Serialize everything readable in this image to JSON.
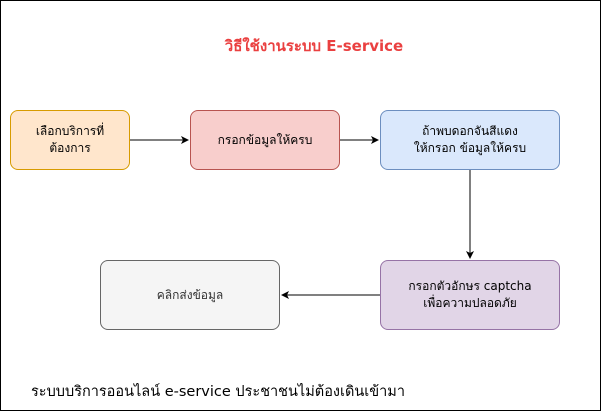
{
  "diagram": {
    "title": "วิธีใช้งานระบบ E-service",
    "nodes": [
      {
        "id": "select-service",
        "lines": [
          "เลือกบริการที่",
          "ต้องการ"
        ],
        "fill": "#ffe6cc",
        "stroke": "#d79b00"
      },
      {
        "id": "fill-info",
        "lines": [
          "กรอกข้อมูลให้ครบ"
        ],
        "fill": "#f8cecc",
        "stroke": "#b85450"
      },
      {
        "id": "red-asterisk",
        "lines": [
          "ถ้าพบดอกจันสีแดง",
          "ให้กรอก ข้อมูลให้ครบ"
        ],
        "fill": "#dae8fc",
        "stroke": "#6c8ebf"
      },
      {
        "id": "captcha",
        "lines": [
          "กรอกตัวอักษร captcha",
          "เพื่อความปลอดภัย"
        ],
        "fill": "#e1d5e7",
        "stroke": "#9673a6"
      },
      {
        "id": "send",
        "lines": [
          "คลิกส่งข้อมูล"
        ],
        "fill": "#f5f5f5",
        "stroke": "#666666"
      }
    ],
    "edges": [
      {
        "from": "select-service",
        "to": "fill-info"
      },
      {
        "from": "fill-info",
        "to": "red-asterisk"
      },
      {
        "from": "red-asterisk",
        "to": "captcha"
      },
      {
        "from": "captcha",
        "to": "send"
      }
    ],
    "footer": "ระบบบริการออนไลน์ e-service ประชาชนไม่ต้องเดินเข้ามา",
    "title_color": "#ea4040"
  }
}
